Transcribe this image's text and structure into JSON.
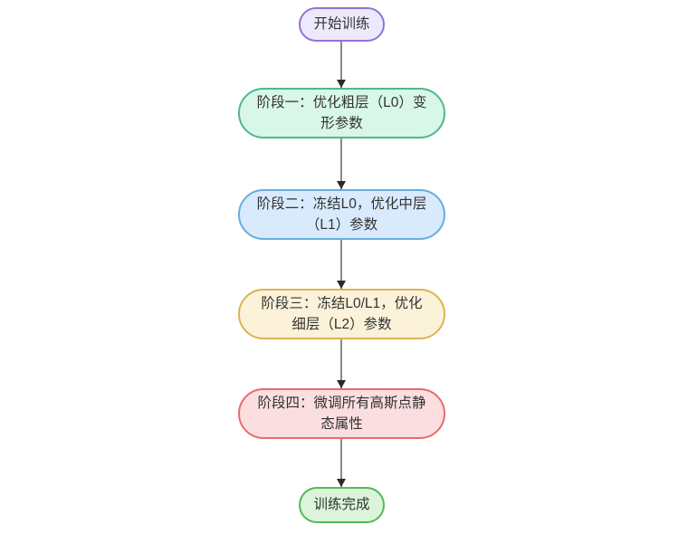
{
  "flowchart": {
    "description": "vertical training-pipeline flowchart",
    "text_color": "#333333",
    "edge": {
      "line_color": "#8a8a8a",
      "arrow_color": "#2a2a2a"
    },
    "nodes": {
      "start": {
        "label": "开始训练",
        "fill": "#ede9fc",
        "stroke": "#9173d2",
        "shape": "pill"
      },
      "stage1": {
        "lines": [
          "阶段一：优化粗层（L0）变",
          "形参数"
        ],
        "full_text": "阶段一：优化粗层（L0）变形参数",
        "fill": "#d9f7e9",
        "stroke": "#4eb98b",
        "shape": "stadium"
      },
      "stage2": {
        "lines": [
          "阶段二：冻结L0，优化中层",
          "（L1）参数"
        ],
        "full_text": "阶段二：冻结L0，优化中层（L1）参数",
        "fill": "#d8eafb",
        "stroke": "#66aede",
        "shape": "stadium"
      },
      "stage3": {
        "lines": [
          "阶段三：冻结L0/L1，优化",
          "细层（L2）参数"
        ],
        "full_text": "阶段三：冻结L0/L1，优化细层（L2）参数",
        "fill": "#fbf2d9",
        "stroke": "#dfb252",
        "shape": "stadium"
      },
      "stage4": {
        "lines": [
          "阶段四：微调所有高斯点静",
          "态属性"
        ],
        "full_text": "阶段四：微调所有高斯点静态属性",
        "fill": "#fadee0",
        "stroke": "#e96a6d",
        "shape": "stadium"
      },
      "end": {
        "label": "训练完成",
        "fill": "#dcf4da",
        "stroke": "#53b956",
        "shape": "pill"
      }
    },
    "edges": [
      {
        "from": "start",
        "to": "stage1"
      },
      {
        "from": "stage1",
        "to": "stage2"
      },
      {
        "from": "stage2",
        "to": "stage3"
      },
      {
        "from": "stage3",
        "to": "stage4"
      },
      {
        "from": "stage4",
        "to": "end"
      }
    ]
  }
}
